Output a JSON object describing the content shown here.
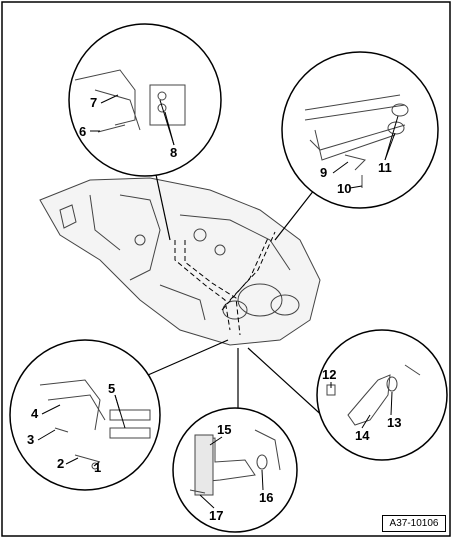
{
  "diagram": {
    "reference_code": "A37-10106",
    "callouts": [
      "1",
      "2",
      "3",
      "4",
      "5",
      "6",
      "7",
      "8",
      "9",
      "10",
      "11",
      "12",
      "13",
      "14",
      "15",
      "16",
      "17"
    ]
  }
}
